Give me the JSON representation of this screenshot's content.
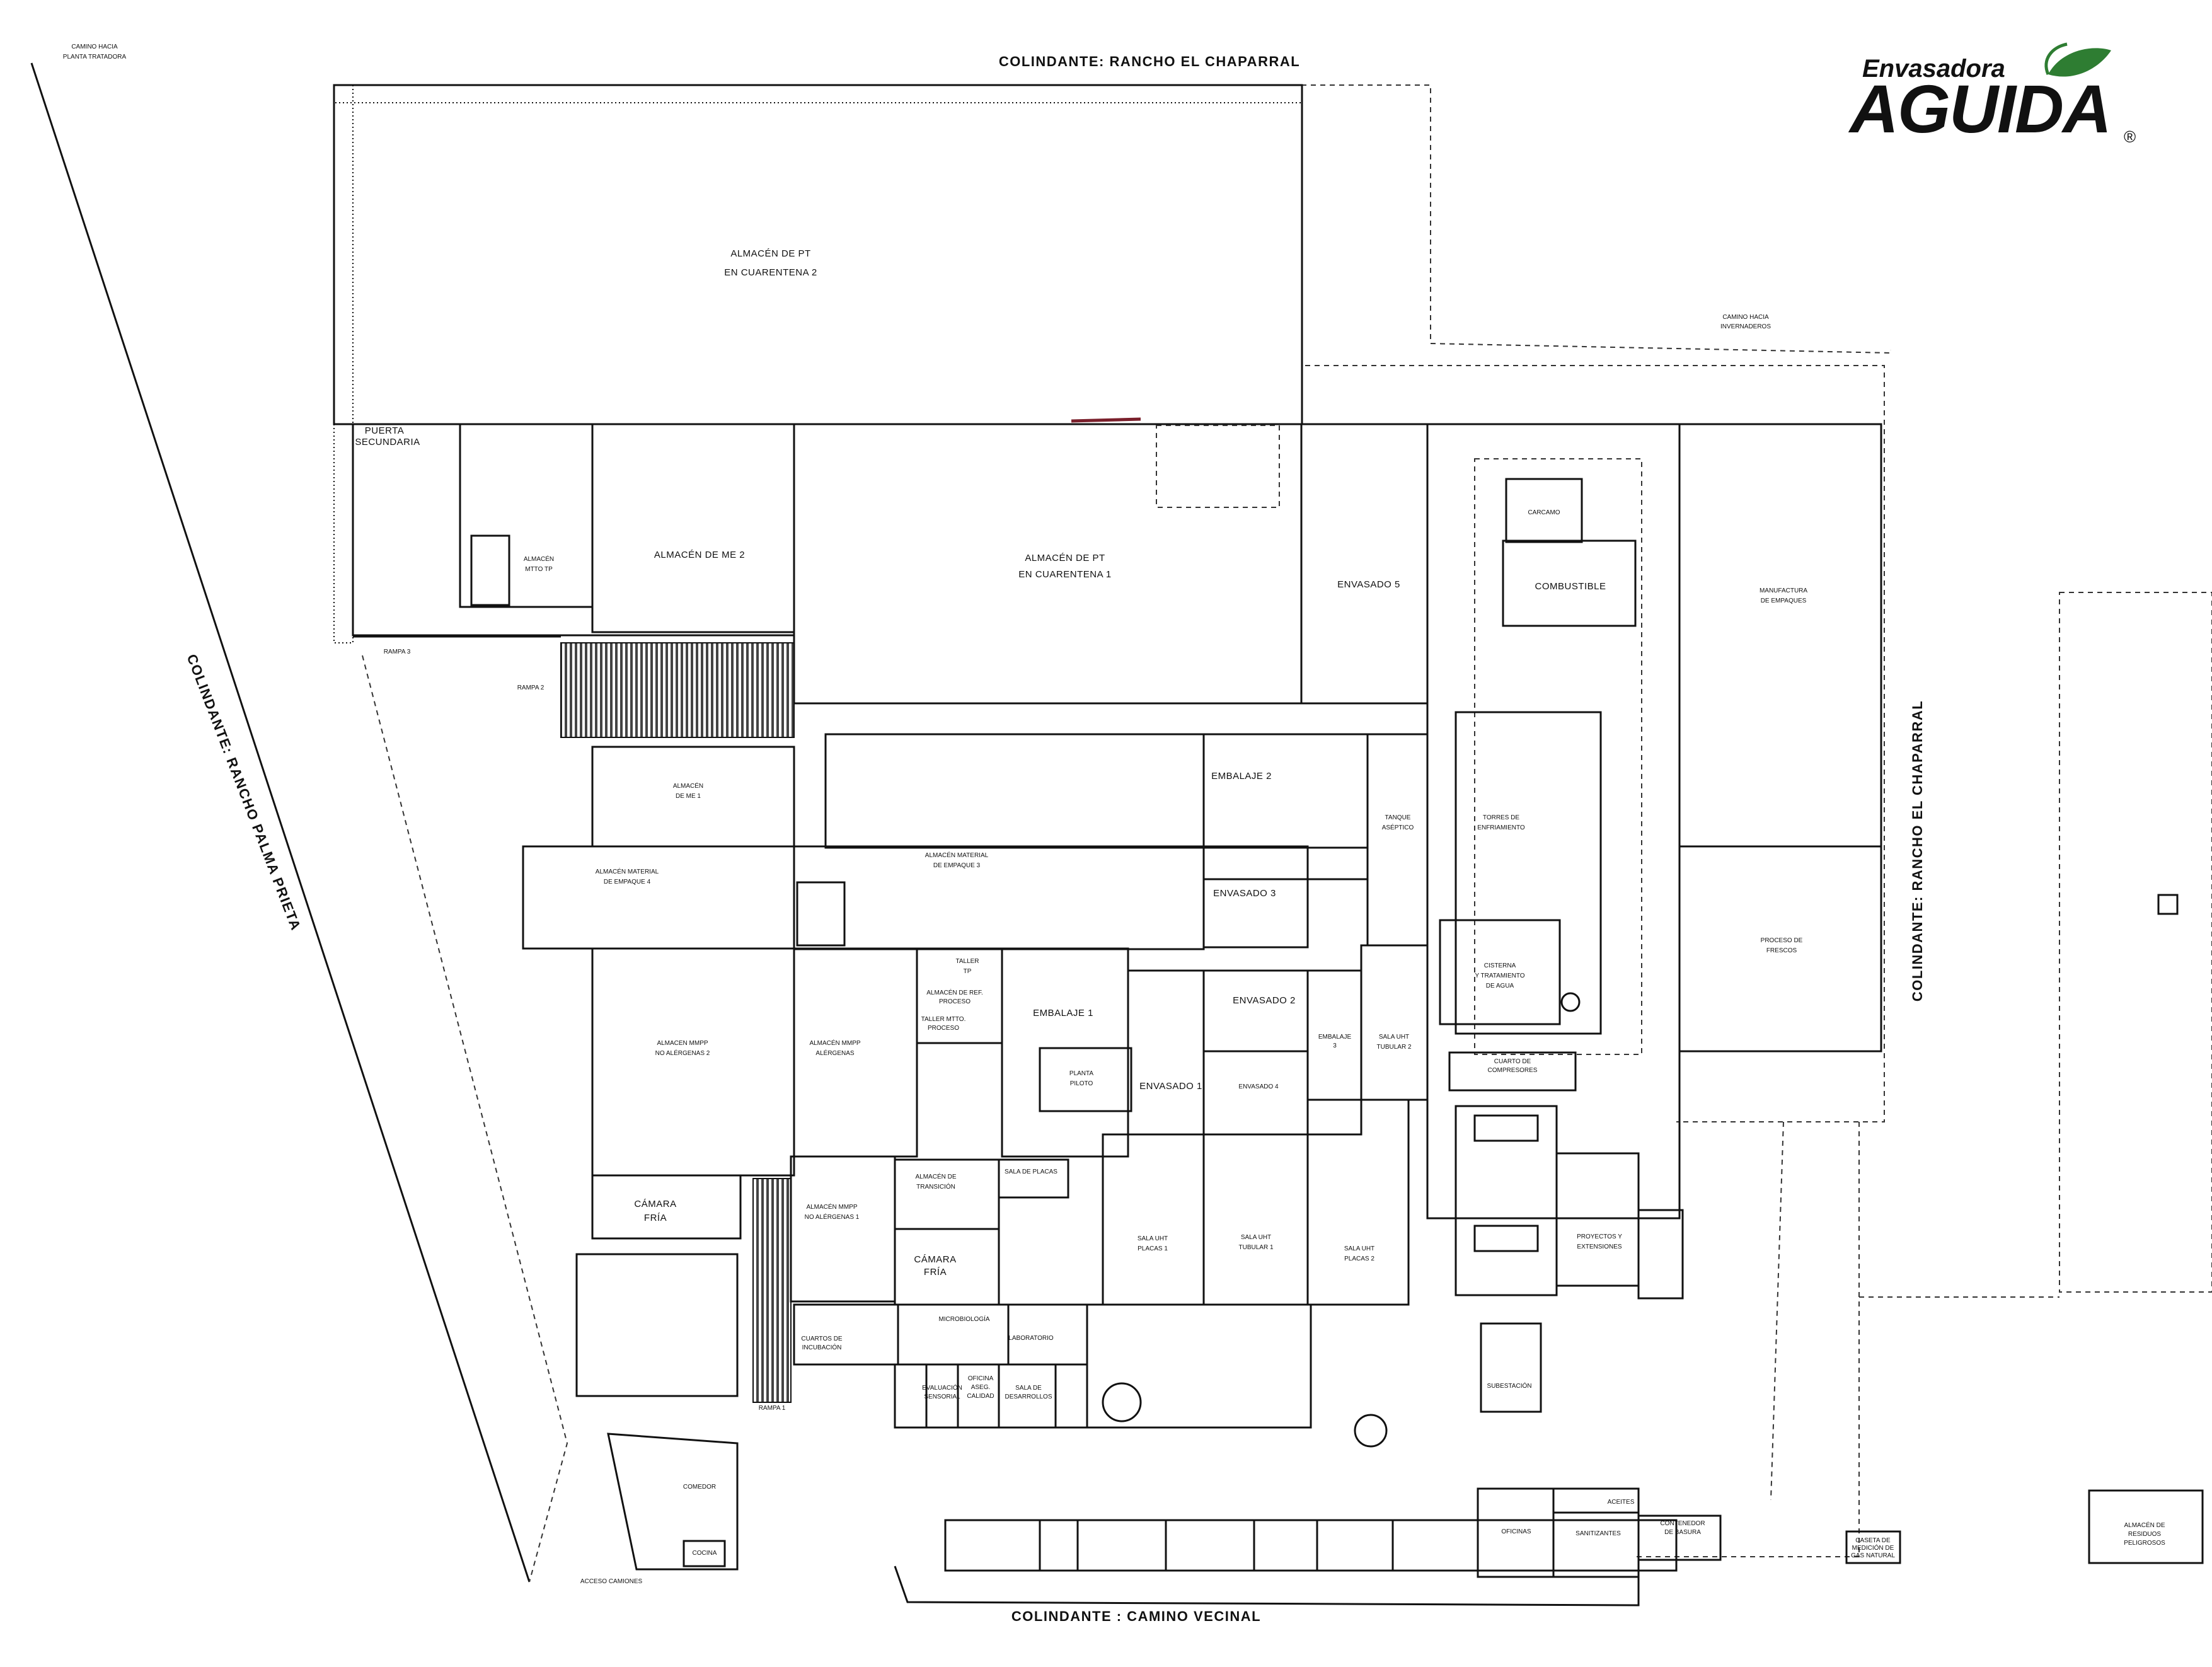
{
  "logo": {
    "line1": "Envasadora",
    "line2": "AGUIDA",
    "registered": "®",
    "leaf_color": "#2e7d32"
  },
  "boundaries": {
    "north": "COLINDANTE: RANCHO EL CHAPARRAL",
    "south": "COLINDANTE : CAMINO VECINAL",
    "west": "COLINDANTE: RANCHO PALMA PRIETA",
    "east": "COLINDANTE: RANCHO EL CHAPARRAL"
  },
  "roads": {
    "planta_tratadora": [
      "CAMINO HACIA",
      "PLANTA TRATADORA"
    ],
    "invernaderos": [
      "CAMINO HACIA",
      "INVERNADEROS"
    ],
    "acceso_camiones": "ACCESO CAMIONES"
  },
  "ramps": {
    "rampa1": "RAMPA 1",
    "rampa2": "RAMPA 2",
    "rampa3": "RAMPA 3"
  },
  "rooms": {
    "puerta_secundaria": [
      "PUERTA",
      "SECUNDARIA"
    ],
    "pt_cuarentena_2": [
      "ALMACÉN DE PT",
      "EN CUARENTENA 2"
    ],
    "pt_cuarentena_1": [
      "ALMACÉN DE PT",
      "EN CUARENTENA 1"
    ],
    "almacen_mtto_tp": [
      "ALMACÉN",
      "MTTO TP"
    ],
    "almacen_me_2": "ALMACÉN DE ME 2",
    "envasado_5": "ENVASADO 5",
    "carcamo": "CARCAMO",
    "combustible": "COMBUSTIBLE",
    "manufactura_empaques": [
      "MANUFACTURA",
      "DE EMPAQUES"
    ],
    "almacen_me_1": [
      "ALMACÉN",
      "DE ME 1"
    ],
    "embalaje_2": "EMBALAJE 2",
    "tanque_aseptico": [
      "TANQUE",
      "ASÉPTICO"
    ],
    "torres_enfriamiento": [
      "TORRES DE",
      "ENFRIAMIENTO"
    ],
    "material_empaque_4": [
      "ALMACÉN MATERIAL",
      "DE EMPAQUE 4"
    ],
    "material_empaque_3": [
      "ALMACÉN MATERIAL",
      "DE EMPAQUE 3"
    ],
    "envasado_3": "ENVASADO 3",
    "proceso_frescos": [
      "PROCESO DE",
      "FRESCOS"
    ],
    "cisterna": [
      "CISTERNA",
      "Y TRATAMIENTO",
      "DE AGUA"
    ],
    "taller_tp": [
      "TALLER",
      "TP"
    ],
    "almacen_ref_proceso": [
      "ALMACÉN DE REF.",
      "PROCESO"
    ],
    "taller_mtto_proceso": [
      "TALLER MTTO.",
      "PROCESO"
    ],
    "embalaje_1": "EMBALAJE 1",
    "envasado_2": "ENVASADO 2",
    "embalaje_3": [
      "EMBALAJE",
      "3"
    ],
    "sala_uht_tubular_2": [
      "SALA UHT",
      "TUBULAR 2"
    ],
    "mmpp_no_alergenas_2": [
      "ALMACEN MMPP",
      "NO ALÉRGENAS 2"
    ],
    "mmpp_alergenas": [
      "ALMACÉN MMPP",
      "ALÉRGENAS"
    ],
    "planta_piloto": [
      "PLANTA",
      "PILOTO"
    ],
    "envasado_1": "ENVASADO 1",
    "envasado_4": "ENVASADO 4",
    "cuarto_compresores": [
      "CUARTO DE",
      "COMPRESORES"
    ],
    "almacen_transicion": [
      "ALMACÉN DE",
      "TRANSICIÓN"
    ],
    "sala_placas": "SALA DE PLACAS",
    "camara_fria_1": [
      "CÁMARA",
      "FRÍA"
    ],
    "mmpp_no_alergenas_1": [
      "ALMACÉN MMPP",
      "NO ALÉRGENAS 1"
    ],
    "sala_uht_placas_1": [
      "SALA UHT",
      "PLACAS 1"
    ],
    "sala_uht_tubular_1": [
      "SALA UHT",
      "TUBULAR 1"
    ],
    "sala_uht_placas_2": [
      "SALA UHT",
      "PLACAS 2"
    ],
    "proyectos": [
      "PROYECTOS Y",
      "EXTENSIONES"
    ],
    "camara_fria_2": [
      "CÁMARA",
      "FRÍA"
    ],
    "cuartos_incubacion": [
      "CUARTOS DE",
      "INCUBACIÓN"
    ],
    "microbiologia": "MICROBIOLOGÍA",
    "laboratorio": "LABORATORIO",
    "evaluacion_sensorial": [
      "EVALUACIÓN",
      "SENSORIAL"
    ],
    "oficina_aseg_calidad": [
      "OFICINA",
      "ASEG.",
      "CALIDAD"
    ],
    "sala_desarrollos": [
      "SALA DE",
      "DESARROLLOS"
    ],
    "subestacion": "SUBESTACIÓN",
    "comedor": "COMEDOR",
    "cocina": "COCINA",
    "oficinas": "OFICINAS",
    "aceites": "ACEITES",
    "sanitizantes": "SANITIZANTES",
    "contenedor_basura": [
      "CONTENEDOR",
      "DE BASURA"
    ],
    "caseta_medicion": [
      "CASETA DE",
      "MEDICIÓN DE",
      "GAS NATURAL"
    ],
    "almacen_peligrosos": [
      "ALMACÉN DE",
      "RESIDUOS",
      "PELIGROSOS"
    ]
  }
}
